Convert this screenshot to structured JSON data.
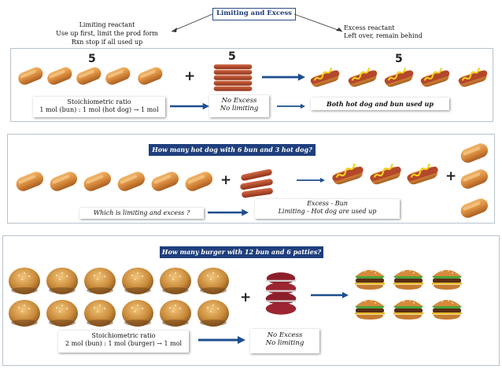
{
  "header": {
    "title": "Limiting and Excess",
    "limiting_lines": [
      "Limiting reactant",
      "Use up first,  limit the prod form",
      "Rxn stop if all  used up"
    ],
    "excess_lines": [
      "Excess reactant",
      "Left over, remain behind"
    ]
  },
  "panel1": {
    "count_buns": "5",
    "count_hotdogs": "5",
    "count_products": "5",
    "ratio_lines": [
      "Stoichiometric ratio",
      "1 mol (bun) : 1 mol (hot dog)  →  1 mol"
    ],
    "status_lines": [
      "No Excess",
      "No limiting"
    ],
    "result": "Both hot dog and bun used up"
  },
  "panel2": {
    "question": "How many hot dog with 6 bun and 3 hot dog?",
    "prompt": "Which is limiting and excess ?",
    "answer_lines": [
      "Excess - Bun",
      "Limiting - Hot dog are used up"
    ]
  },
  "panel3": {
    "question": "How many burger with 12 bun and 6 patties?",
    "ratio_lines": [
      "Stoichiometric ratio",
      "2 mol (bun) : 1 mol (burger)  →  1 mol"
    ],
    "status_lines": [
      "No Excess",
      "No limiting"
    ]
  },
  "colors": {
    "navy": "#1f3f7d",
    "arrow": "#1d4e8f",
    "bun": "#d98a3c",
    "sausage": "#b5472a"
  },
  "icons": [
    "bun-icon",
    "hotdog-sausage-icon",
    "hotdog-icon",
    "burger-bun-icon",
    "patty-stack-icon",
    "burger-icon",
    "arrow-right-icon"
  ]
}
